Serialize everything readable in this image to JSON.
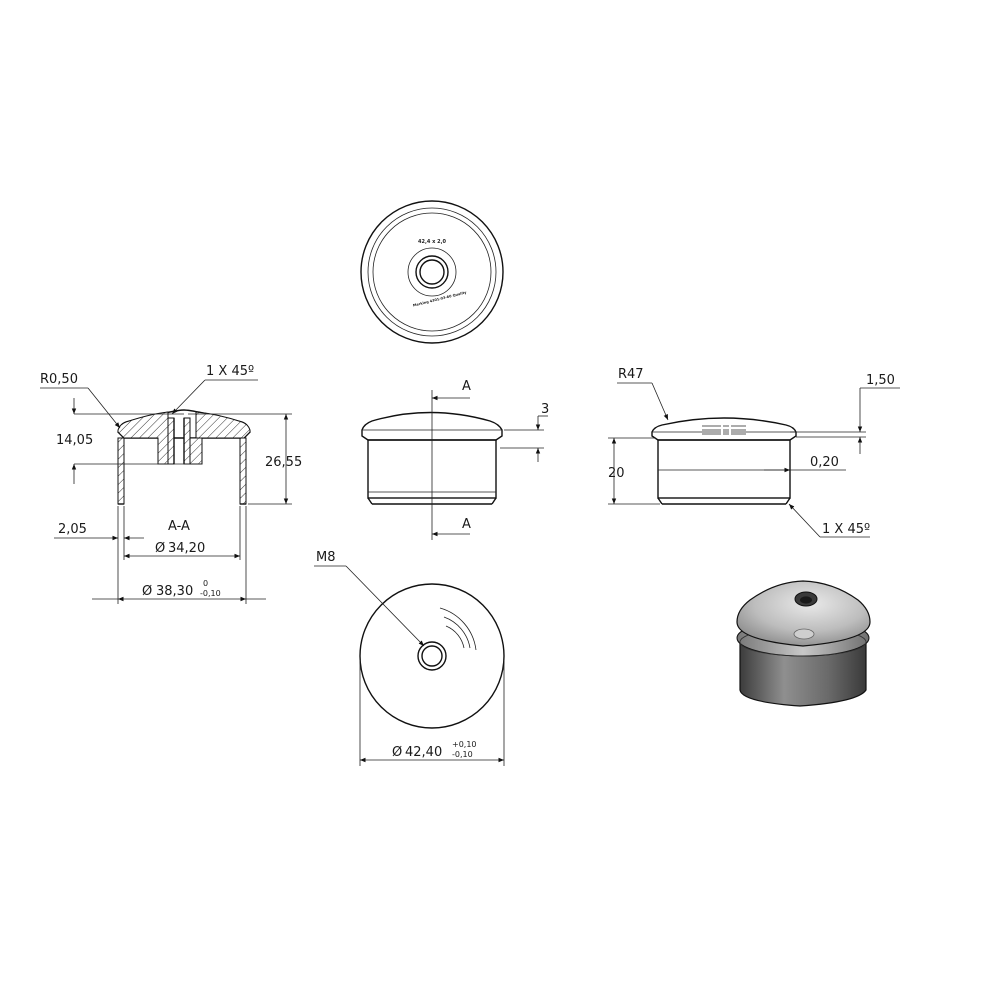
{
  "section_view": {
    "radius_label": "R0,50",
    "chamfer_label": "1 X 45º",
    "top_height_label": "14,05",
    "total_height_label": "26,55",
    "wall_label": "2,05",
    "section_label": "A-A",
    "inner_dia_label": "34,20",
    "outer_dia_label": "38,30",
    "outer_dia_tol_upper": "0",
    "outer_dia_tol_lower": "-0,10"
  },
  "front_view": {
    "section_mark_top": "A",
    "section_mark_bottom": "A",
    "lip_height_label": "3"
  },
  "side_view": {
    "radius_label": "R47",
    "dome_height_label": "1,50",
    "height_label": "20",
    "gap_label": "0,20",
    "chamfer_label": "1 X 45º"
  },
  "top_view": {
    "ring_text_top": "42,4 x 2,0",
    "ring_text_bottom": "Marking 4301-03-60 Quality"
  },
  "bottom_view": {
    "thread_label": "M8",
    "head_dia_label": "42,40",
    "head_dia_tol_upper": "+0,10",
    "head_dia_tol_lower": "-0,10"
  },
  "diameter_symbol": "Ø",
  "colors": {
    "line": "#111111",
    "shade_dark": "#5a5a5a",
    "shade_light": "#d6d6d6"
  }
}
